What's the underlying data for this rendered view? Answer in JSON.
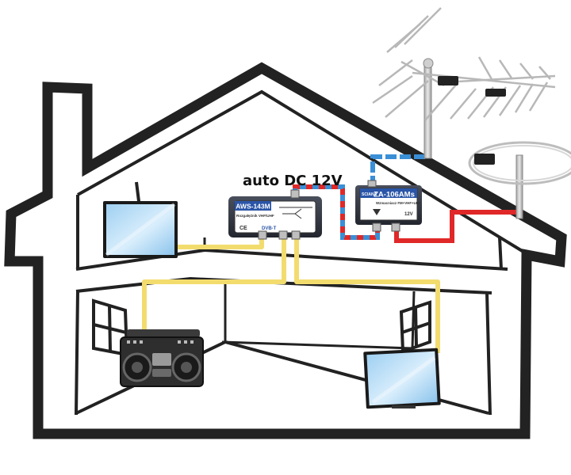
{
  "callout": {
    "text": "auto DC 12V"
  },
  "splitter": {
    "model": "AWS-143M",
    "sub": "Rozgałęźnik VHF/UHF",
    "badges": [
      "CE",
      "DVB-T"
    ]
  },
  "amplifier": {
    "brand": "SCIANA",
    "model": "ZA-106AMs",
    "sub": "Wzmacniacz FM+VHF+UHF",
    "voltage": "12V"
  },
  "colors": {
    "outline": "#222222",
    "signal_cable": "#f2dc6e",
    "antenna_cable": "#3a8fd6",
    "power_cable": "#e02828"
  }
}
